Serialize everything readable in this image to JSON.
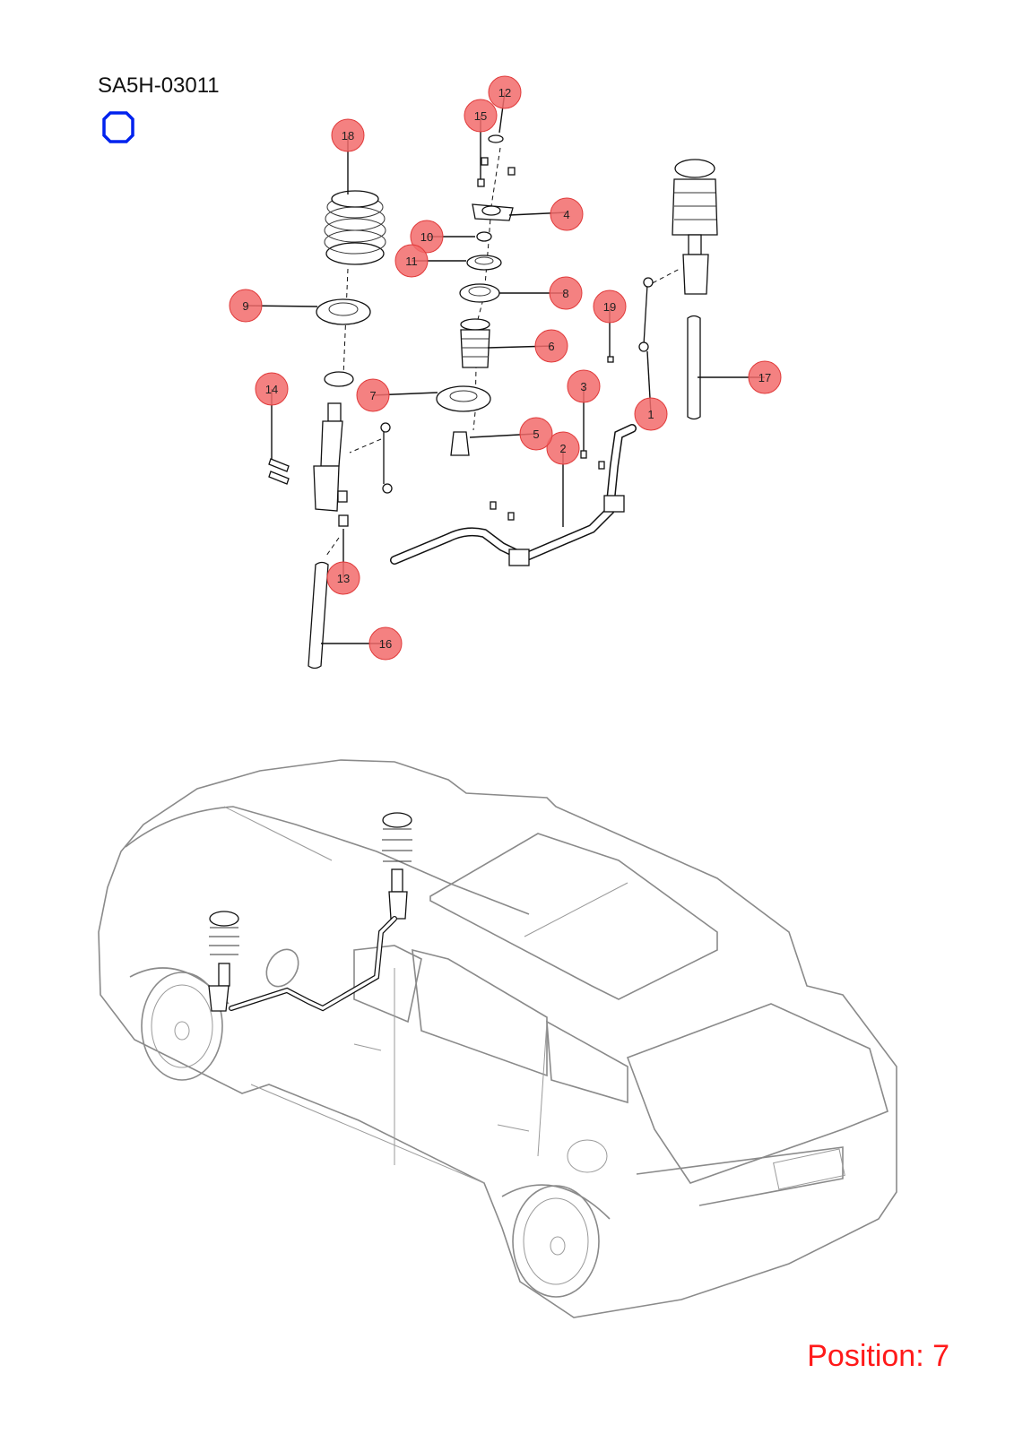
{
  "diagram": {
    "code": "SA5H-03011",
    "position_text": "Position: 7",
    "colors": {
      "callout_fill": "#f26b6b",
      "position_text": "#ff1a1a",
      "marker": "#0022ee"
    },
    "marker_icon": "blue-rounded-square-icon",
    "callouts": [
      {
        "number": "1"
      },
      {
        "number": "2"
      },
      {
        "number": "3"
      },
      {
        "number": "4"
      },
      {
        "number": "5"
      },
      {
        "number": "6"
      },
      {
        "number": "7"
      },
      {
        "number": "8"
      },
      {
        "number": "9"
      },
      {
        "number": "10"
      },
      {
        "number": "11"
      },
      {
        "number": "12"
      },
      {
        "number": "13"
      },
      {
        "number": "14"
      },
      {
        "number": "15"
      },
      {
        "number": "16"
      },
      {
        "number": "17"
      },
      {
        "number": "18"
      },
      {
        "number": "19"
      }
    ]
  }
}
